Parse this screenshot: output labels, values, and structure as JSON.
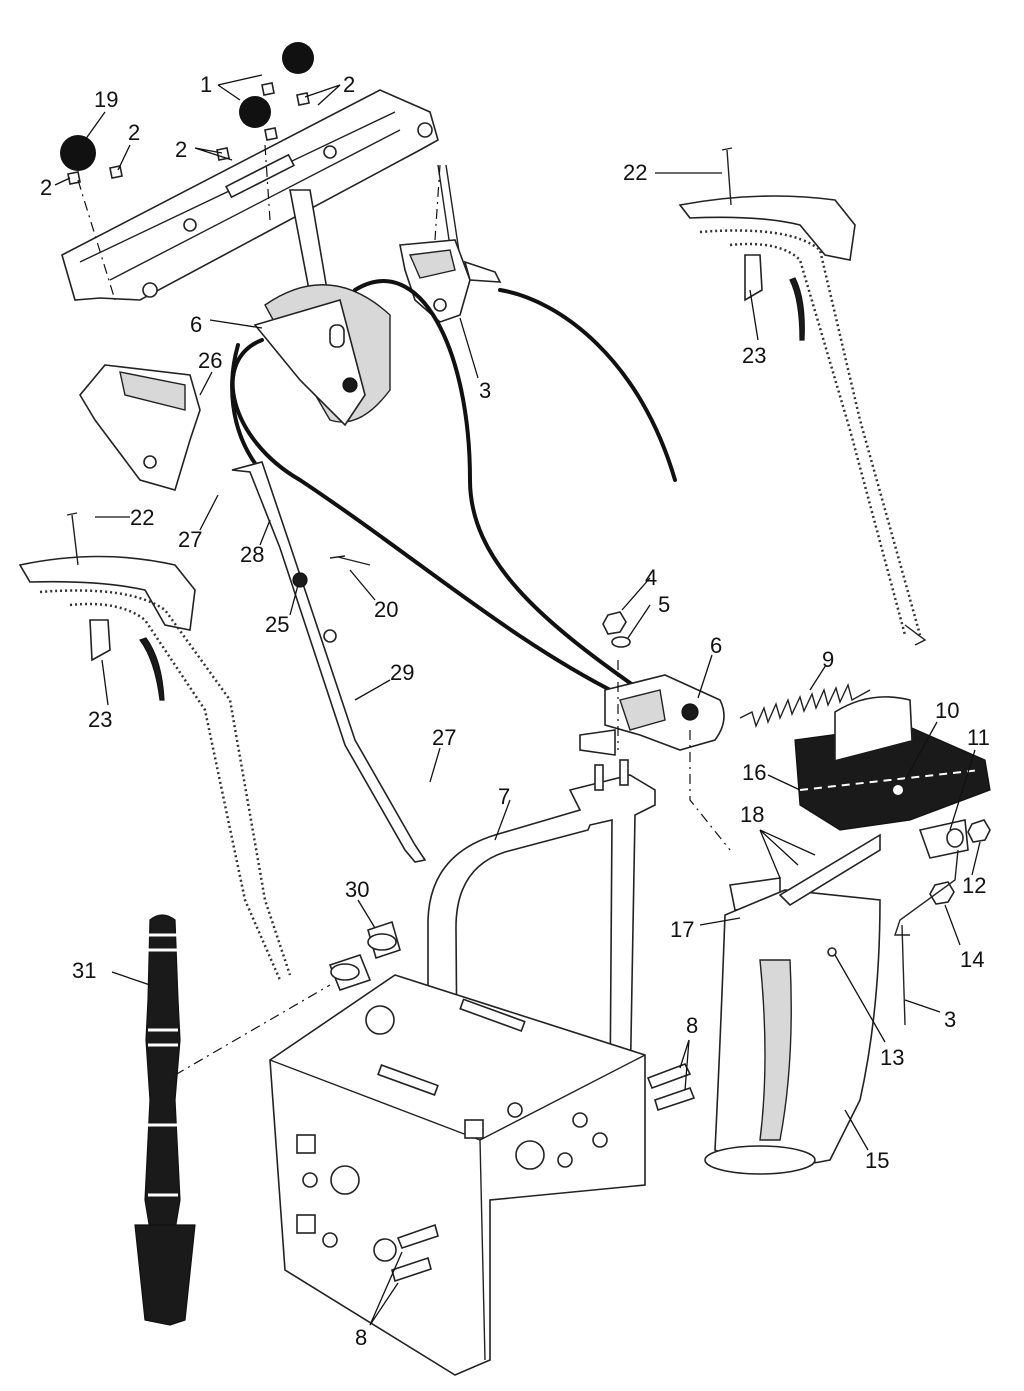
{
  "diagram": {
    "labels": {
      "l1": "1",
      "l2a": "2",
      "l2b": "2",
      "l2c": "2",
      "l2d": "2",
      "l3a": "3",
      "l3b": "3",
      "l4": "4",
      "l5": "5",
      "l6a": "6",
      "l6b": "6",
      "l7": "7",
      "l8a": "8",
      "l8b": "8",
      "l9": "9",
      "l10": "10",
      "l11": "11",
      "l12": "12",
      "l13": "13",
      "l14": "14",
      "l15": "15",
      "l16": "16",
      "l17": "17",
      "l18": "18",
      "l19": "19",
      "l20": "20",
      "l22a": "22",
      "l22b": "22",
      "l23a": "23",
      "l23b": "23",
      "l25": "25",
      "l26": "26",
      "l27a": "27",
      "l27b": "27",
      "l28": "28",
      "l29": "29",
      "l30": "30",
      "l31": "31"
    }
  }
}
